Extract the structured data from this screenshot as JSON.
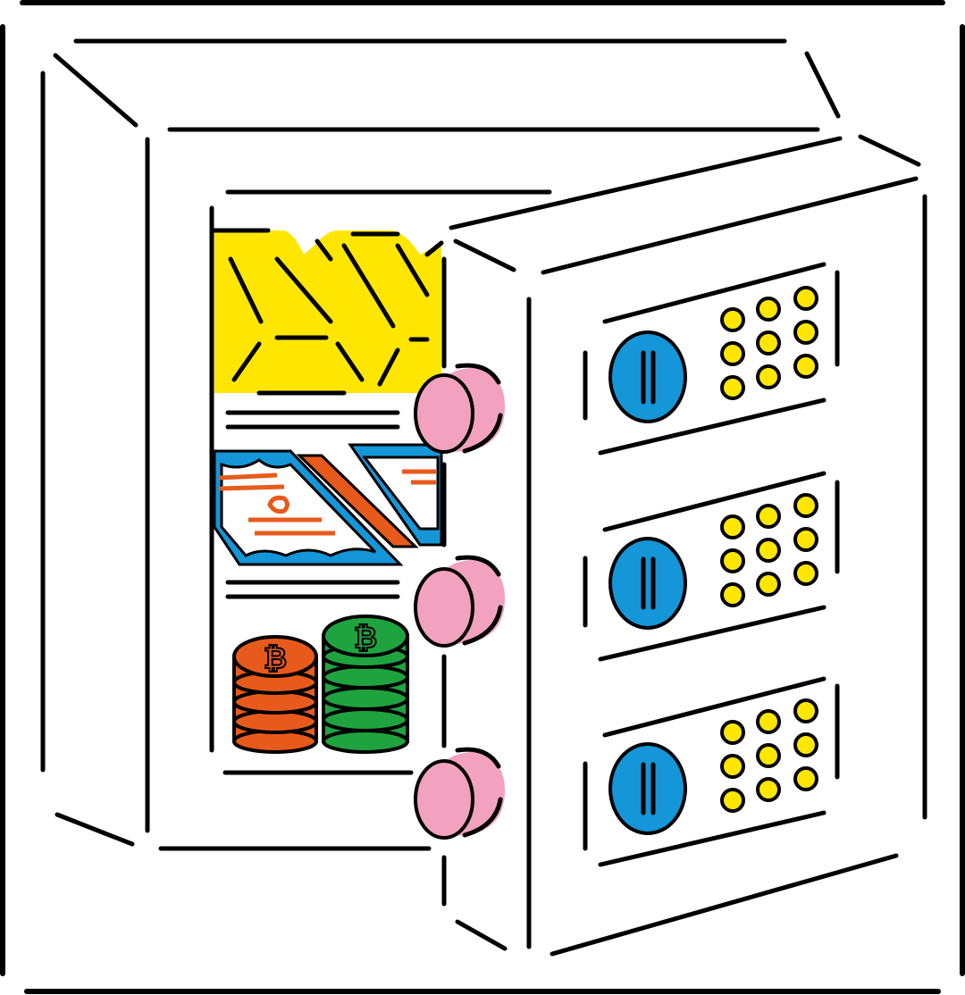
{
  "illustration": {
    "subject": "open safe",
    "icon_names": [
      "safe-icon",
      "gold-bar-icon",
      "banknote-icon",
      "bitcoin-coin-icon",
      "hinge-icon",
      "dial-icon",
      "keypad-icon"
    ],
    "colors": {
      "outline": "#000000",
      "background": "#ffffff",
      "gold": "#FFE600",
      "banknote": "#1496D8",
      "banknote_ink": "#E85A1B",
      "coin_orange": "#E85A1B",
      "coin_green": "#1FA33F",
      "hinge": "#F2A1BF",
      "dial": "#1496D8",
      "keypad_button": "#FFE600"
    },
    "counts": {
      "gold_bars": 5,
      "banknotes": 3,
      "coin_stacks": 2,
      "hinges": 3,
      "lock_panels": 3,
      "keypad_buttons_per_panel": 9
    }
  }
}
